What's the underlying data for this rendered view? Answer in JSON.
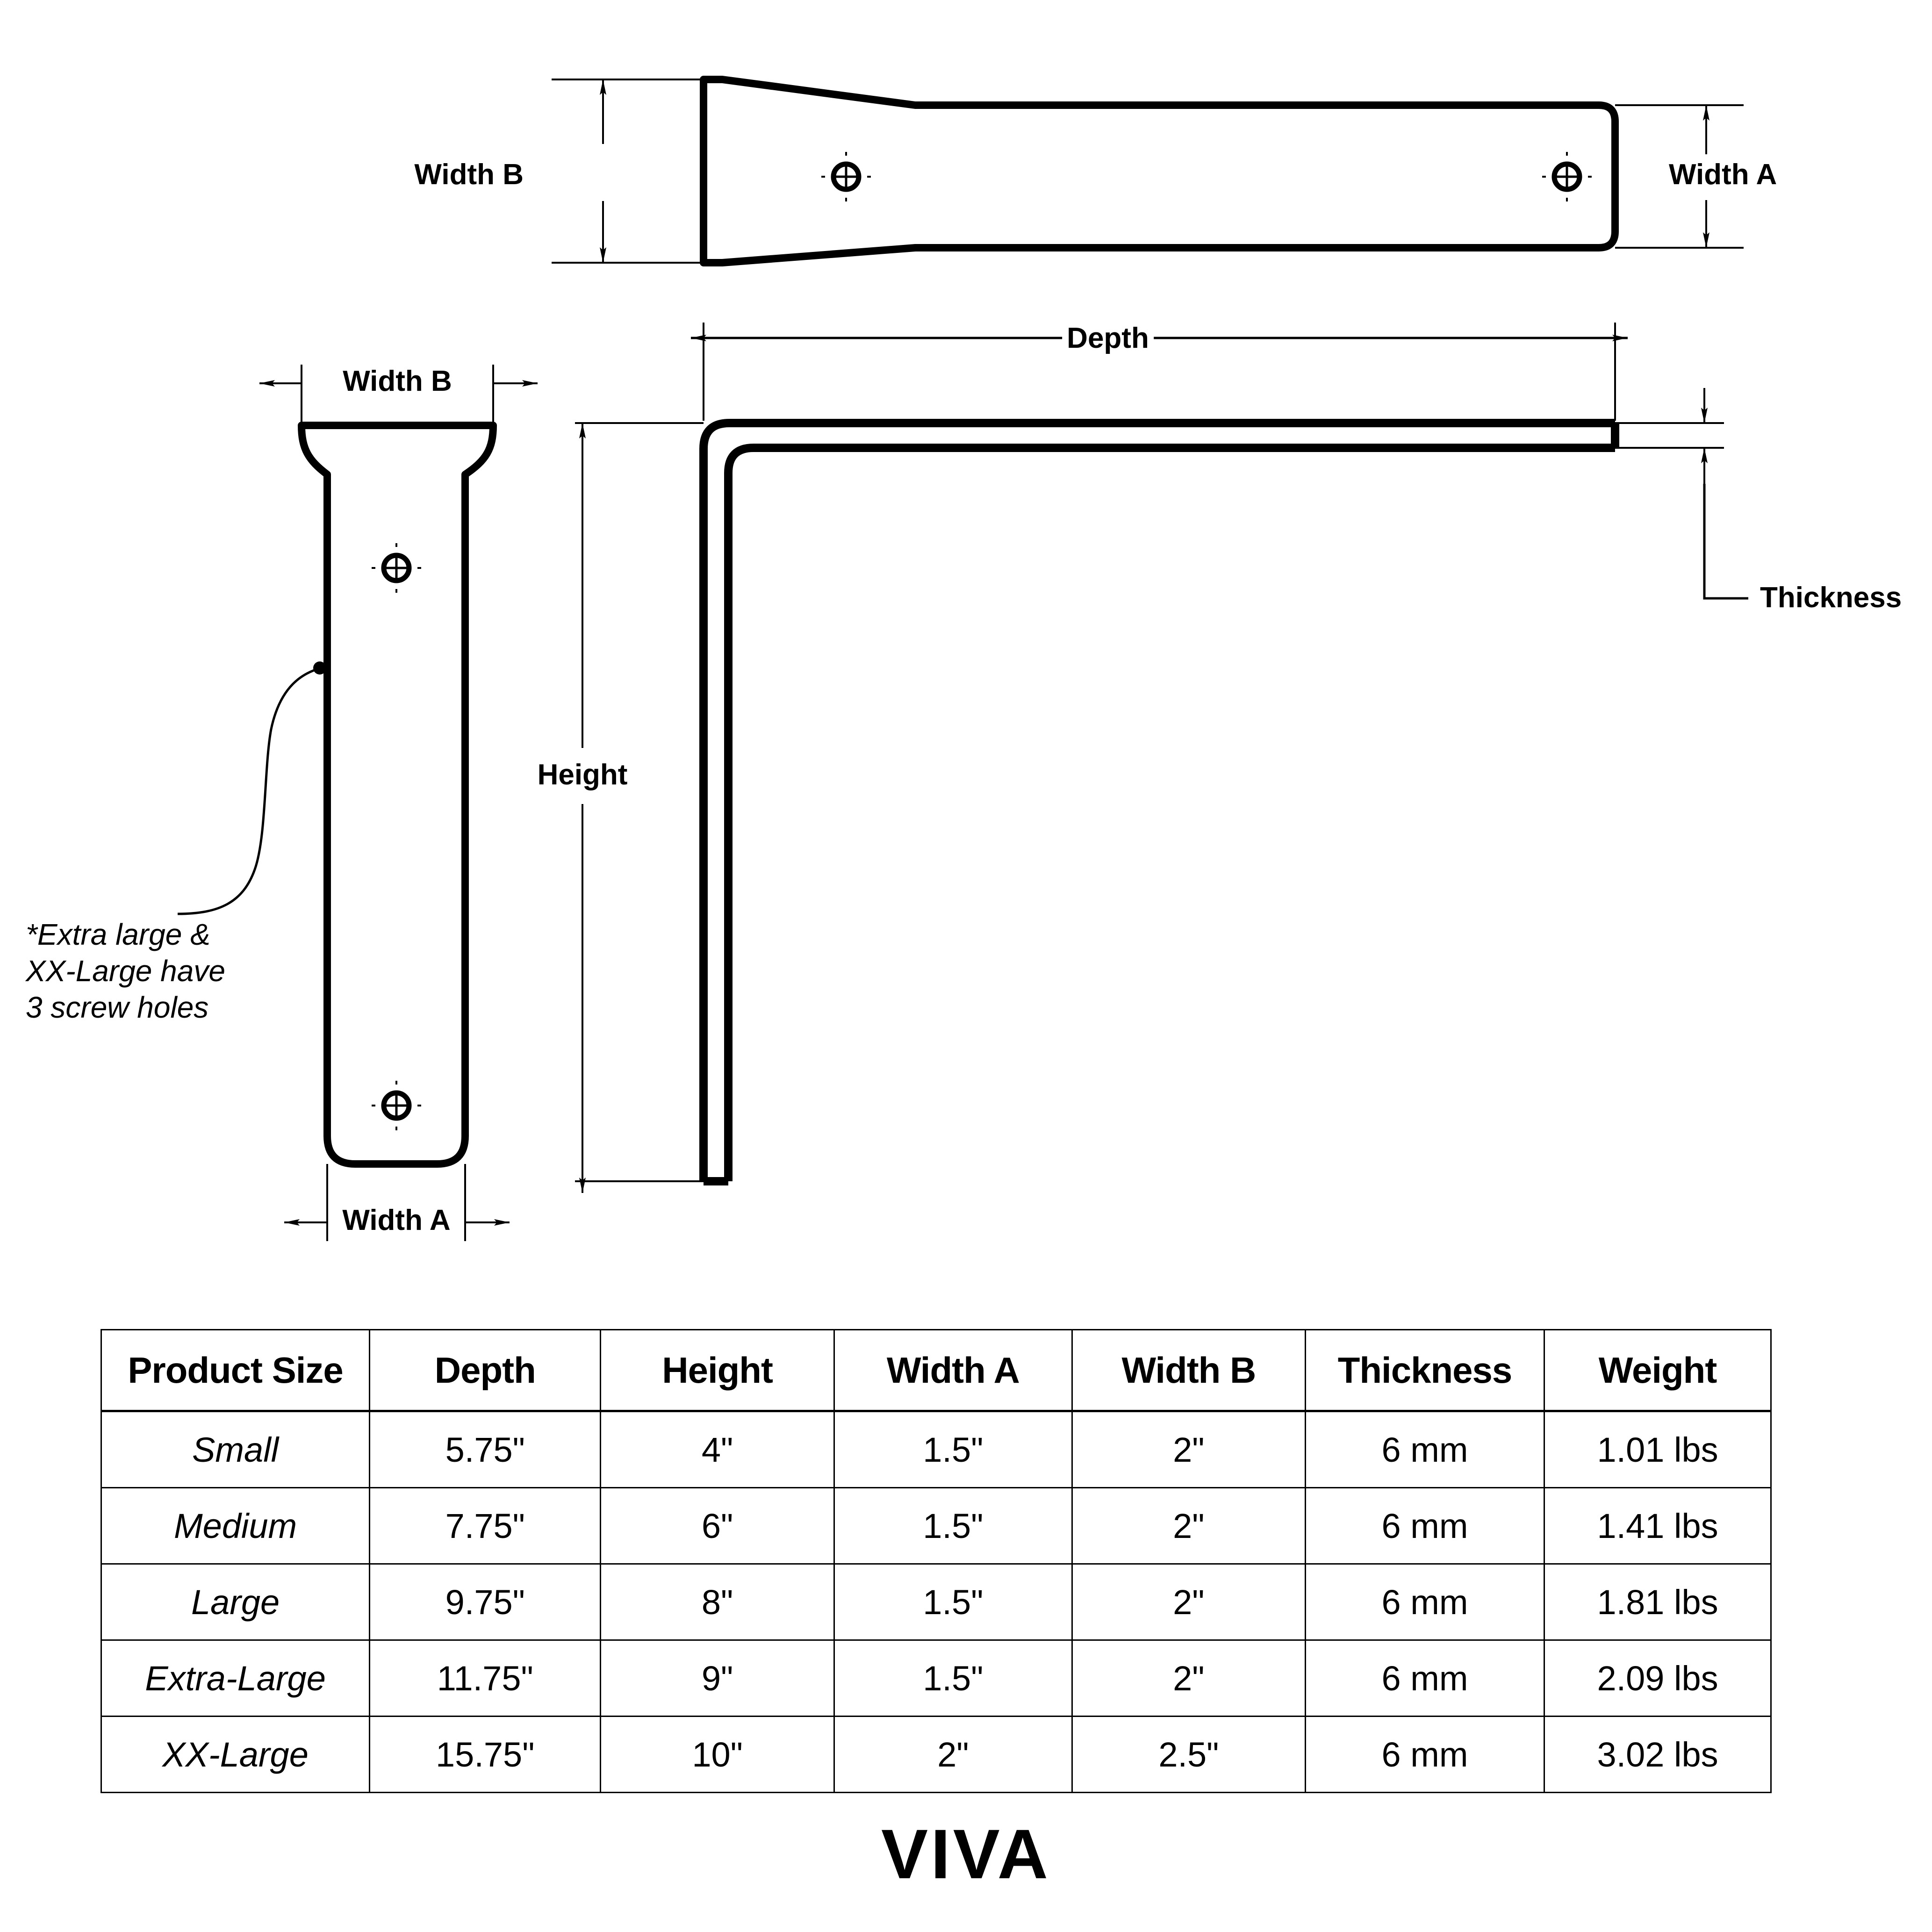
{
  "brand": "VIVA",
  "drawing": {
    "labels": {
      "width_b_top": "Width B",
      "width_a_top": "Width A",
      "width_b_side": "Width B",
      "width_a_side": "Width A",
      "depth": "Depth",
      "height": "Height",
      "thickness": "Thickness"
    },
    "note": "*Extra large &\nXX-Large have\n3 screw holes",
    "icons": {
      "screw_hole": "screw-hole-icon"
    }
  },
  "chart_data": {
    "type": "table",
    "title": "Product Size Specifications",
    "columns": [
      "Product Size",
      "Depth",
      "Height",
      "Width A",
      "Width B",
      "Thickness",
      "Weight"
    ],
    "rows": [
      [
        "Small",
        "5.75\"",
        "4\"",
        "1.5\"",
        "2\"",
        "6 mm",
        "1.01 lbs"
      ],
      [
        "Medium",
        "7.75\"",
        "6\"",
        "1.5\"",
        "2\"",
        "6 mm",
        "1.41 lbs"
      ],
      [
        "Large",
        "9.75\"",
        "8\"",
        "1.5\"",
        "2\"",
        "6 mm",
        "1.81 lbs"
      ],
      [
        "Extra-Large",
        "11.75\"",
        "9\"",
        "1.5\"",
        "2\"",
        "6 mm",
        "2.09 lbs"
      ],
      [
        "XX-Large",
        "15.75\"",
        "10\"",
        "2\"",
        "2.5\"",
        "6 mm",
        "3.02 lbs"
      ]
    ]
  },
  "table": {
    "headers": [
      "Product Size",
      "Depth",
      "Height",
      "Width A",
      "Width B",
      "Thickness",
      "Weight"
    ],
    "rows": [
      {
        "size": "Small",
        "depth": "5.75\"",
        "height": "4\"",
        "width_a": "1.5\"",
        "width_b": "2\"",
        "thickness": "6 mm",
        "weight": "1.01 lbs"
      },
      {
        "size": "Medium",
        "depth": "7.75\"",
        "height": "6\"",
        "width_a": "1.5\"",
        "width_b": "2\"",
        "thickness": "6 mm",
        "weight": "1.41 lbs"
      },
      {
        "size": "Large",
        "depth": "9.75\"",
        "height": "8\"",
        "width_a": "1.5\"",
        "width_b": "2\"",
        "thickness": "6 mm",
        "weight": "1.81 lbs"
      },
      {
        "size": "Extra-Large",
        "depth": "11.75\"",
        "height": "9\"",
        "width_a": "1.5\"",
        "width_b": "2\"",
        "thickness": "6 mm",
        "weight": "2.09 lbs"
      },
      {
        "size": "XX-Large",
        "depth": "15.75\"",
        "height": "10\"",
        "width_a": "2\"",
        "width_b": "2.5\"",
        "thickness": "6 mm",
        "weight": "3.02 lbs"
      }
    ]
  },
  "colors": {
    "ink": "#000000",
    "paper": "#ffffff"
  }
}
